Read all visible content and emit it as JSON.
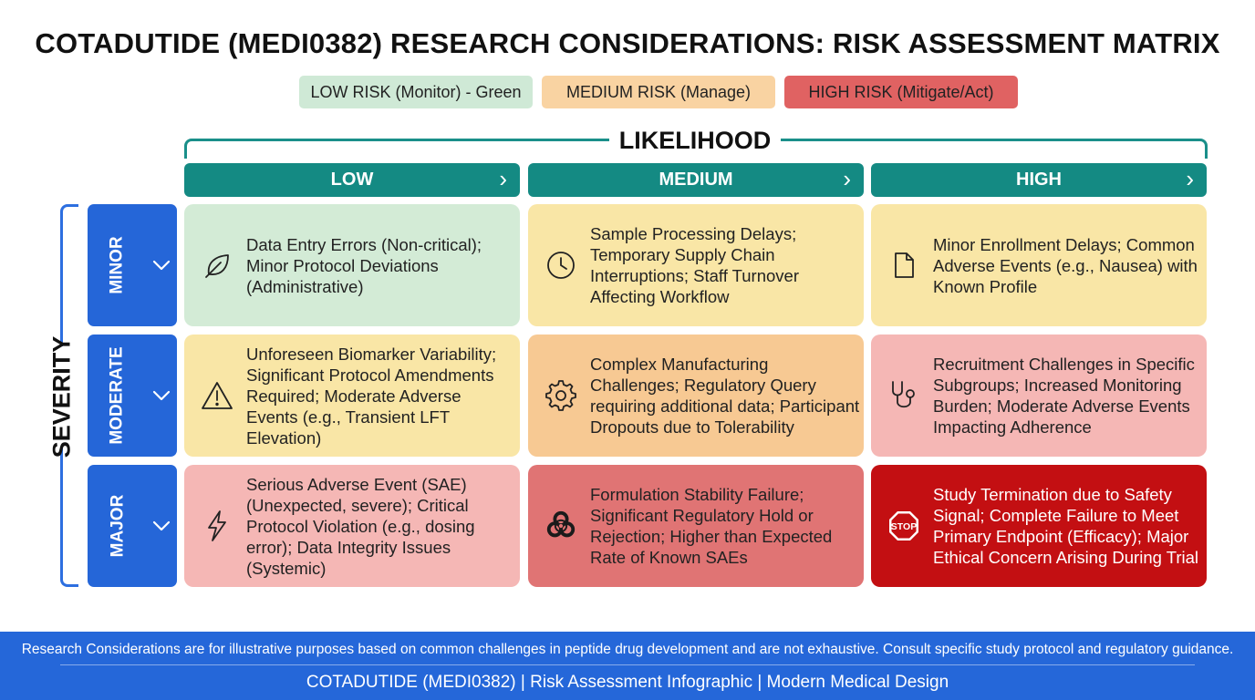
{
  "title": "COTADUTIDE (MEDI0382) RESEARCH CONSIDERATIONS: RISK ASSESSMENT MATRIX",
  "legend": {
    "low": "LOW RISK (Monitor) - Green",
    "medium": "MEDIUM RISK (Manage)",
    "high": "HIGH RISK (Mitigate/Act)"
  },
  "colors": {
    "teal": "#148a83",
    "blue": "#2566d8",
    "green": "#d3ebd6",
    "yellow": "#f9e6a6",
    "orange": "#f7c993",
    "pink": "#f5b7b5",
    "red": "#e07474",
    "dark_red": "#c30f12"
  },
  "likelihood": {
    "label": "LIKELIHOOD",
    "columns": [
      "LOW",
      "MEDIUM",
      "HIGH"
    ]
  },
  "severity": {
    "label": "SEVERITY",
    "rows": [
      "MINOR",
      "MODERATE",
      "MAJOR"
    ]
  },
  "matrix": {
    "minor": {
      "low": {
        "icon": "leaf-icon",
        "text": "Data Entry Errors (Non-critical); Minor Protocol Deviations (Administrative)"
      },
      "medium": {
        "icon": "clock-icon",
        "text": "Sample Processing Delays; Temporary Supply Chain Interruptions; Staff Turnover Affecting Workflow"
      },
      "high": {
        "icon": "document-icon",
        "text": "Minor Enrollment Delays; Common Adverse Events (e.g., Nausea) with Known Profile"
      }
    },
    "moderate": {
      "low": {
        "icon": "warning-icon",
        "text": "Unforeseen Biomarker Variability; Significant Protocol Amendments Required; Moderate Adverse Events (e.g., Transient LFT Elevation)"
      },
      "medium": {
        "icon": "gear-icon",
        "text": "Complex Manufacturing Challenges; Regulatory Query requiring additional data; Participant Dropouts due to Tolerability"
      },
      "high": {
        "icon": "stethoscope-icon",
        "text": "Recruitment Challenges in Specific Subgroups; Increased Monitoring Burden; Moderate Adverse Events Impacting Adherence"
      }
    },
    "major": {
      "low": {
        "icon": "lightning-icon",
        "text": "Serious Adverse Event (SAE) (Unexpected, severe); Critical Protocol Violation (e.g., dosing error); Data Integrity Issues (Systemic)"
      },
      "medium": {
        "icon": "biohazard-icon",
        "text": "Formulation Stability Failure; Significant Regulatory Hold or Rejection; Higher than Expected Rate of Known SAEs"
      },
      "high": {
        "icon": "stop-sign-icon",
        "stop_label": "STOP",
        "text": "Study Termination due to Safety Signal; Complete Failure to Meet Primary Endpoint (Efficacy); Major Ethical Concern Arising During Trial"
      }
    }
  },
  "footer": {
    "note": "Research Considerations are for illustrative purposes based on common challenges in peptide drug development and are not exhaustive. Consult specific study protocol and regulatory guidance.",
    "credit": "COTADUTIDE (MEDI0382) | Risk Assessment Infographic | Modern Medical Design"
  }
}
